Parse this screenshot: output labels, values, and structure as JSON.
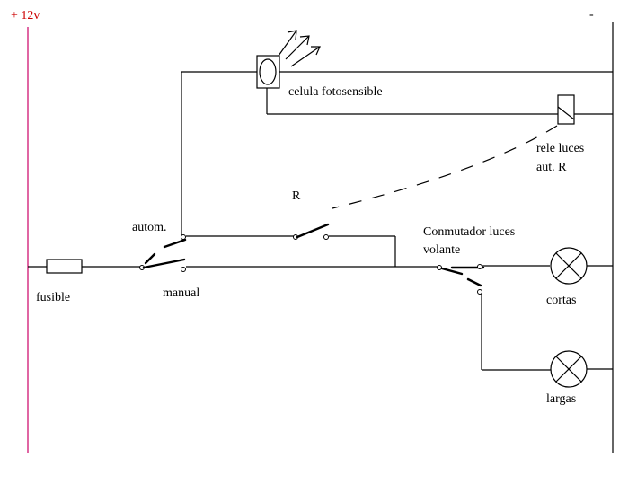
{
  "supply": {
    "positive_label": "+ 12v",
    "negative_label": "-",
    "positive_color": "#cc0000",
    "positive_rail_color": "#cc0066"
  },
  "labels": {
    "photocell": "celula fotosensible",
    "relay_line1": "rele luces",
    "relay_line2": "aut. R",
    "relay_contact": "R",
    "autom": "autom.",
    "manual": "manual",
    "fuse": "fusible",
    "switch_line1": "Conmutador luces",
    "switch_line2": "volante",
    "low_beam": "cortas",
    "high_beam": "largas"
  }
}
